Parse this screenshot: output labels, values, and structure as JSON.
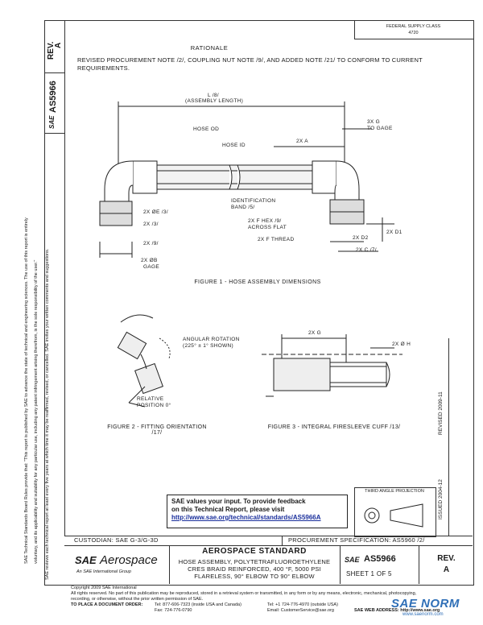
{
  "side_left": {
    "line1": "SAE Technical Standards Board Rules provide that: \"This report is published by SAE to advance the state of technical and engineering sciences. The use of this report is entirely",
    "line2": "voluntary, and its applicability and suitability for any particular use, including any patent infringement arising therefrom, is the sole responsibility of the user.\"",
    "line3": "SAE reviews each technical report at least every five years at which time it may be reaffirmed, revised, or cancelled. SAE invites your written comments and suggestions."
  },
  "rev_label": "REV.",
  "rev_value": "A",
  "doc_number_side": "AS5966",
  "sae_logo_side": "SAE",
  "top_right_box": {
    "line1": "FEDERAL SUPPLY CLASS",
    "line2": "4720"
  },
  "rationale": {
    "heading": "RATIONALE",
    "text": "REVISED PROCUREMENT NOTE /2/, COUPLING NUT NOTE /9/, AND ADDED NOTE /21/ TO CONFORM TO CURRENT REQUIREMENTS."
  },
  "figure1": {
    "caption": "FIGURE 1 - HOSE ASSEMBLY DIMENSIONS",
    "labels": {
      "l": "L /8/",
      "asm_length": "(ASSEMBLY LENGTH)",
      "hose_od": "HOSE OD",
      "hose_id": "HOSE ID",
      "two_x_a": "2X A",
      "three_x_g": "3X G",
      "to_gage": "TO GAGE",
      "id_band": "IDENTIFICATION",
      "band": "BAND /5/",
      "two_x_e": "2X ØE /3/",
      "two_x_3": "2X /3/",
      "two_x_9": "2X /9/",
      "two_x_b": "2X ØB",
      "gage": "GAGE",
      "two_x_f_hex": "2X F HEX /9/",
      "across_flat": "ACROSS FLAT",
      "two_x_f_thread": "2X F THREAD",
      "two_x_d1": "2X D1",
      "two_x_d2": "2X D2",
      "two_x_c": "2X C /7/"
    }
  },
  "figure2": {
    "caption": "FIGURE 2 - FITTING ORIENTATION /17/",
    "angular_rotation": "ANGULAR ROTATION",
    "angular_value": "(225° ± 1° SHOWN)",
    "relative": "RELATIVE",
    "position": "POSITION 0°"
  },
  "figure3": {
    "caption": "FIGURE 3 - INTEGRAL FIRESLEEVE CUFF /13/",
    "two_x_g": "2X G",
    "two_x_h": "2X Ø H"
  },
  "right_side": {
    "revised": "REVISED 2009-11",
    "issued": "ISSUED 2004-12"
  },
  "feedback": {
    "line1": "SAE values your input. To provide feedback",
    "line2": "on this Technical Report, please visit",
    "url": "http://www.sae.org/technical/standards/AS5966A"
  },
  "third_angle": "THIRD ANGLE PROJECTION",
  "custodian": "CUSTODIAN: SAE G-3/G-3D",
  "procurement": "PROCUREMENT SPECIFICATION: AS5960 /2/",
  "title_block": {
    "brand_sae": "SAE",
    "brand_aero": "Aerospace",
    "brand_sub": "An SAE International Group",
    "standard": "AEROSPACE STANDARD",
    "title_line1": "HOSE ASSEMBLY, POLYTETRAFLUOROETHYLENE",
    "title_line2": "CRES BRAID REINFORCED, 400 °F, 5000 PSI",
    "title_line3": "FLARELESS, 90° ELBOW TO 90° ELBOW",
    "sae_small": "SAE",
    "doc_number": "AS5966",
    "sheet": "SHEET 1 OF 5",
    "rev_label": "REV.",
    "rev_value": "A"
  },
  "footer": {
    "copyright": "Copyright 2009 SAE International",
    "rights": "All rights reserved. No part of this publication may be reproduced, stored in a retrieval system or transmitted, in any form or by any means, electronic, mechanical, photocopying,",
    "rights2": "recording, or otherwise, without the prior written permission of SAE.",
    "order": "TO PLACE A DOCUMENT ORDER:",
    "tel1": "Tel: 877-606-7323 (inside USA and Canada)",
    "fax": "Fax: 724-776-0790",
    "tel2": "Tel: +1 724-776-4970 (outside USA)",
    "email": "Email: CustomerService@sae.org",
    "web": "SAE WEB ADDRESS: http://www.sae.org"
  },
  "watermark": {
    "brand": "SAE NORM",
    "sub": "www.saenorm.com"
  },
  "colors": {
    "ink": "#1a1a1a",
    "link": "#1a2f9c",
    "watermark": "#2f6fb7"
  }
}
